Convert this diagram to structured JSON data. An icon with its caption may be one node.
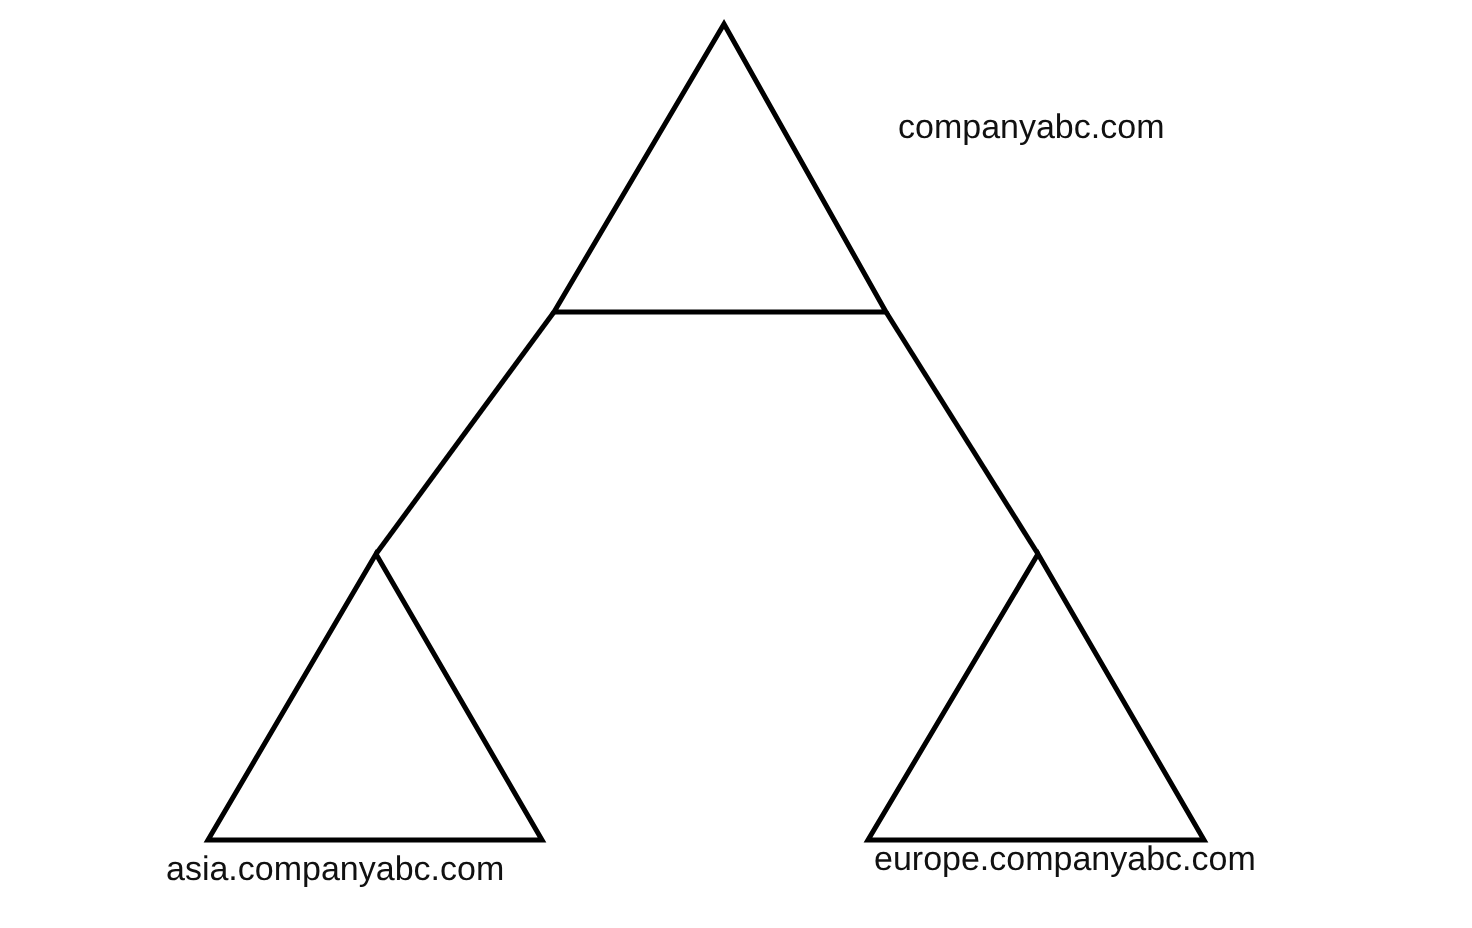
{
  "diagram": {
    "nodes": [
      {
        "text": [
          "companyabc.com"
        ]
      },
      {
        "text": [
          "asia.companyabc.com"
        ]
      },
      {
        "text": [
          "europe.companyabc.com"
        ]
      }
    ],
    "edges": [
      {
        "from": 0,
        "to": 1,
        "arrow": "none"
      },
      {
        "from": 0,
        "to": 2,
        "arrow": "none"
      }
    ]
  }
}
